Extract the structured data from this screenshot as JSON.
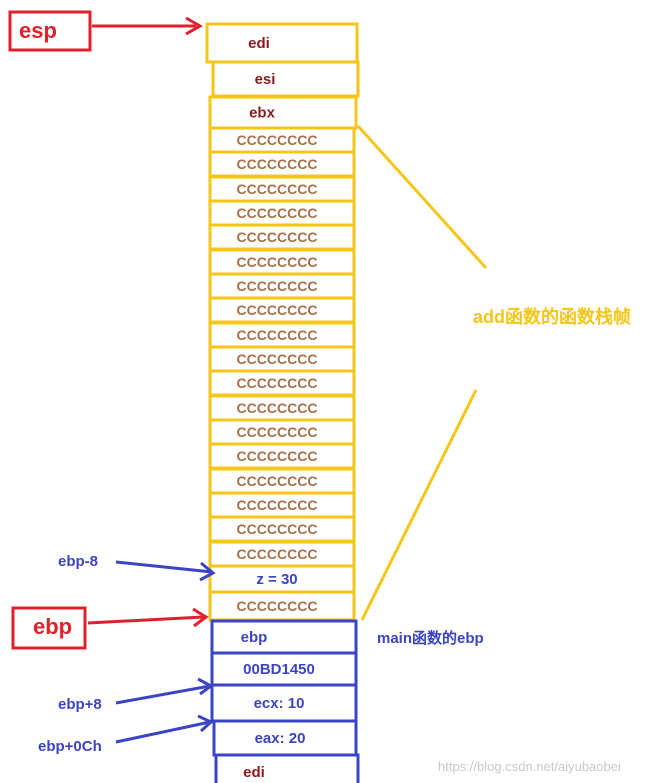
{
  "colors": {
    "yellow": "#f5c518",
    "blue": "#3a44c4",
    "red": "#e0202a",
    "reg_text": "#8b1a1a",
    "fill_text": "#a5704a",
    "blue_text": "#3a44c4",
    "annot_yellow": "#f5c518",
    "watermark": "#c8c8c8"
  },
  "pointers": {
    "esp": "esp",
    "ebp": "ebp",
    "ebp_minus_8": "ebp-8",
    "ebp_plus_8": "ebp+8",
    "ebp_plus_0ch": "ebp+0Ch"
  },
  "stack_cells": [
    {
      "text": "edi",
      "kind": "register"
    },
    {
      "text": "esi",
      "kind": "register"
    },
    {
      "text": "ebx",
      "kind": "register"
    },
    {
      "text": "CCCCCCCC",
      "kind": "fill"
    },
    {
      "text": "CCCCCCCC",
      "kind": "fill"
    },
    {
      "text": "CCCCCCCC",
      "kind": "fill"
    },
    {
      "text": "CCCCCCCC",
      "kind": "fill"
    },
    {
      "text": "CCCCCCCC",
      "kind": "fill"
    },
    {
      "text": "CCCCCCCC",
      "kind": "fill"
    },
    {
      "text": "CCCCCCCC",
      "kind": "fill"
    },
    {
      "text": "CCCCCCCC",
      "kind": "fill"
    },
    {
      "text": "CCCCCCCC",
      "kind": "fill"
    },
    {
      "text": "CCCCCCCC",
      "kind": "fill"
    },
    {
      "text": "CCCCCCCC",
      "kind": "fill"
    },
    {
      "text": "CCCCCCCC",
      "kind": "fill"
    },
    {
      "text": "CCCCCCCC",
      "kind": "fill"
    },
    {
      "text": "CCCCCCCC",
      "kind": "fill"
    },
    {
      "text": "CCCCCCCC",
      "kind": "fill"
    },
    {
      "text": "CCCCCCCC",
      "kind": "fill"
    },
    {
      "text": "CCCCCCCC",
      "kind": "fill"
    },
    {
      "text": "CCCCCCCC",
      "kind": "fill"
    },
    {
      "text": "z = 30",
      "kind": "local"
    },
    {
      "text": "CCCCCCCC",
      "kind": "fill"
    },
    {
      "text": "ebp",
      "kind": "caller"
    },
    {
      "text": "00BD1450",
      "kind": "caller"
    },
    {
      "text": "ecx:  10",
      "kind": "caller"
    },
    {
      "text": "eax:  20",
      "kind": "caller"
    },
    {
      "text": "edi",
      "kind": "caller_reg"
    }
  ],
  "annotations": {
    "add_frame": "add函数的函数栈帧",
    "main_ebp": "main函数的ebp"
  },
  "watermark": "https://blog.csdn.net/aiyubaobei"
}
